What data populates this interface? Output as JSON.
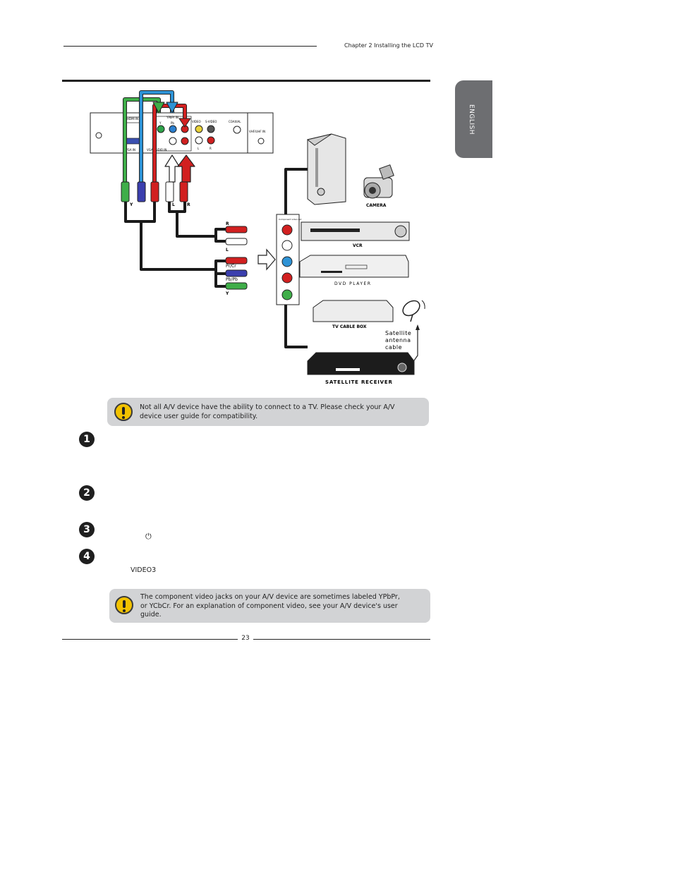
{
  "header": {
    "chapter": "Chapter 2 Installing the LCD TV"
  },
  "side_tab": {
    "label": "ENGLISH"
  },
  "diagram": {
    "tv_panel": {
      "hdmi": "HDMI IN",
      "ypbpr": "YPbPr IN",
      "y": "Y",
      "pb": "Pb",
      "pr": "Pr",
      "video": "VIDEO",
      "svideo": "S-VIDEO",
      "coaxial": "COAXIAL",
      "vga": "VGA IN",
      "vga_audio": "VGA AUDIO IN",
      "l": "L",
      "r": "R",
      "vhf": "VHF/UHF IN"
    },
    "plug_labels": {
      "y": "Y",
      "l": "L",
      "r": "R"
    },
    "cable_labels": {
      "r": "R",
      "l": "L",
      "pr": "Pr/Cr",
      "pb": "Pb/Pb",
      "y": "Y"
    },
    "jack_panel_title": "Component video out",
    "devices": {
      "camera": "CAMERA",
      "vcr": "VCR",
      "dvd": "DVD PLAYER",
      "cable_box": "TV CABLE BOX",
      "satellite_receiver": "SATELLITE RECEIVER",
      "antenna_line1": "Satellite",
      "antenna_line2": "antenna",
      "antenna_line3": "cable"
    }
  },
  "note1": {
    "line1": "Not all A/V device have the ability to connect to a TV.  Please check your A/V",
    "line2": "device user guide for compatibility."
  },
  "steps": [
    "1",
    "2",
    "3",
    "4"
  ],
  "step3_icon": "power-icon",
  "step4_text": "VIDEO3",
  "note2": {
    "line1": "The component video jacks on your A/V device are sometimes labeled YPbPr,",
    "line2": "or YCbCr.  For an explanation of component video, see your A/V device's user",
    "line3": "guide."
  },
  "footer": {
    "page_number": "23"
  }
}
